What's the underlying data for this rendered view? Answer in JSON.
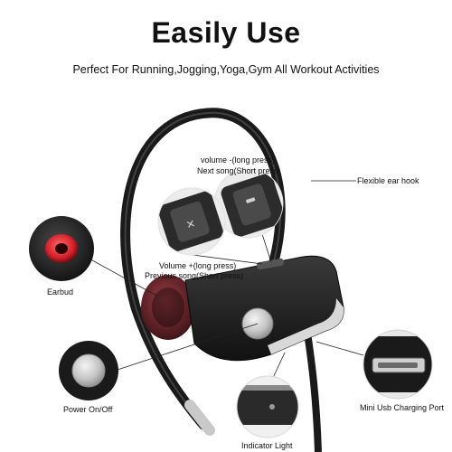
{
  "header": {
    "title": "Easily Use",
    "subtitle": "Perfect For Running,Jogging,Yoga,Gym All Workout Activities"
  },
  "labels": {
    "volume_minus": "volume -(long press)",
    "next_song": "Next song(Short press)",
    "volume_plus": "Volume +(long press)",
    "previous_song": "Previous song(Short press)",
    "flexible_ear_hook": "Flexible ear hook",
    "earbud": "Earbud",
    "power": "Power On/Off",
    "mini_usb": "Mini Usb Charging Port",
    "indicator": "Indicator Light"
  },
  "colors": {
    "body": "#1c1c1c",
    "silver": "#c8c8c8",
    "red_accent": "#d4202a"
  }
}
